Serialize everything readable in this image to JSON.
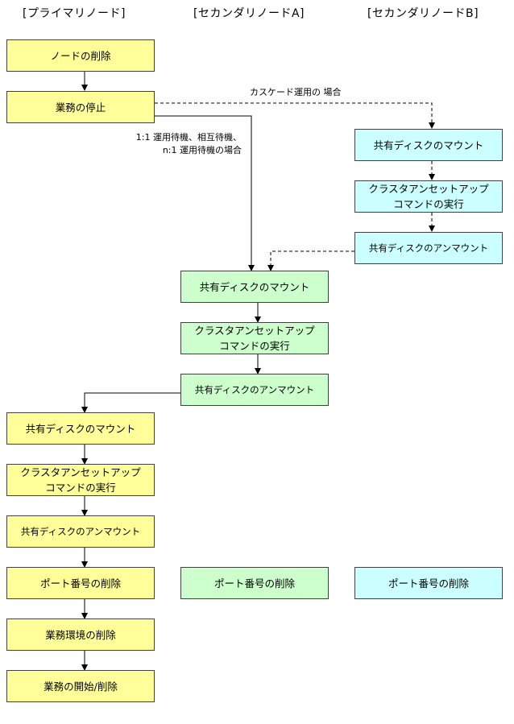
{
  "headers": {
    "primary": "[プライマリノード]",
    "secondary_a": "[セカンダリノードA]",
    "secondary_b": "[セカンダリノードB]"
  },
  "primary": {
    "delete_node": "ノードの削除",
    "stop_service": "業務の停止",
    "mount_disk": "共有ディスクのマウント",
    "run_cluster_setup": "クラスタアンセットアップ\nコマンドの実行",
    "unmount_disk": "共有ディスクのアンマウント",
    "delete_port": "ポート番号の削除",
    "delete_env": "業務環境の削除",
    "start_delete_service": "業務の開始/削除"
  },
  "secondary_a": {
    "mount_disk": "共有ディスクのマウント",
    "run_cluster_setup": "クラスタアンセットアップ\nコマンドの実行",
    "unmount_disk": "共有ディスクのアンマウント",
    "delete_port": "ポート番号の削除"
  },
  "secondary_b": {
    "mount_disk": "共有ディスクのマウント",
    "run_cluster_setup": "クラスタアンセットアップ\nコマンドの実行",
    "unmount_disk": "共有ディスクのアンマウント",
    "delete_port": "ポート番号の削除"
  },
  "notes": {
    "cascade": "カスケード運用の 場合",
    "standby": "1:1 運用待機、相互待機、\nn:1 運用待機の場合"
  }
}
